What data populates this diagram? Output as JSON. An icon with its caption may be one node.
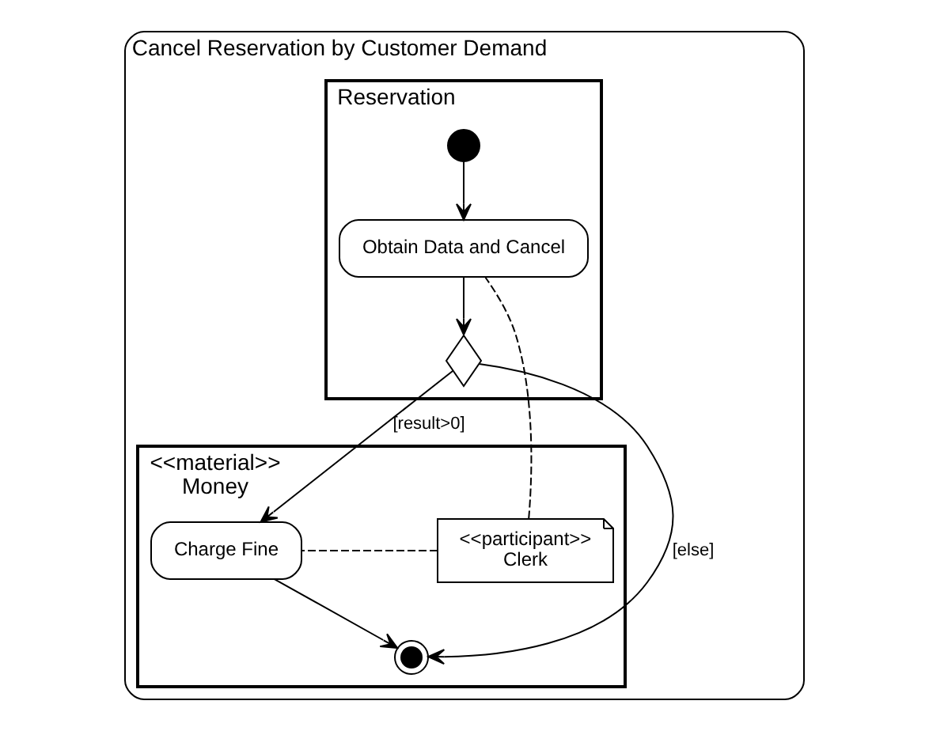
{
  "diagram": {
    "nodes": [
      {
        "text": [
          "Cancel Reservation by Customer Demand"
        ]
      },
      {
        "text": [
          "Reservation"
        ],
        "in": 0
      },
      {
        "text": [],
        "shape": "circle",
        "in": 1
      },
      {
        "text": [
          "Obtain Data and Cancel"
        ],
        "in": 1
      },
      {
        "text": [],
        "shape": "diamond",
        "in": 1
      },
      {
        "text": [
          "<<material>>",
          "Money"
        ],
        "in": 0
      },
      {
        "text": [
          "<<participant>>",
          "Clerk"
        ],
        "in": 5
      },
      {
        "text": [
          "Charge Fine"
        ],
        "in": 5
      },
      {
        "text": [],
        "shape": "circle",
        "in": 5
      }
    ],
    "edges": [
      {
        "from": 2,
        "to": 3,
        "arrow": "to"
      },
      {
        "from": 3,
        "to": 4,
        "arrow": "to"
      },
      {
        "from": 4,
        "to": 7,
        "arrow": "to",
        "label": "[result>0]"
      },
      {
        "from": 4,
        "to": 8,
        "arrow": "to",
        "label": "[else]"
      },
      {
        "from": 7,
        "to": 8,
        "arrow": "to"
      },
      {
        "from": 6,
        "to": 3,
        "arrow": "none",
        "style": "dashed"
      },
      {
        "from": 6,
        "to": 7,
        "arrow": "none",
        "style": "dashed"
      }
    ]
  }
}
